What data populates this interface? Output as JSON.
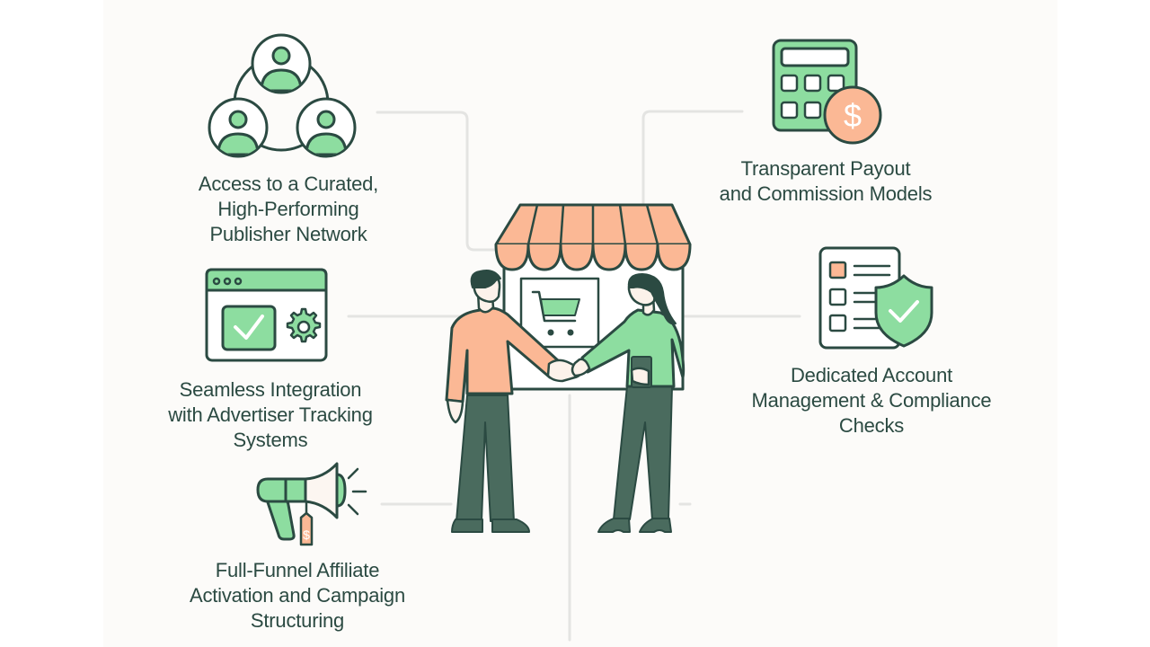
{
  "title": "Affiliate Network Benefits",
  "colors": {
    "background": "#fcfbf9",
    "outline": "#2b4a42",
    "green": "#8ddda0",
    "peach": "#fbb895",
    "pants": "#4a6b5e",
    "connector": "#e4e4e2"
  },
  "center": {
    "icon": "storefront-handshake-illustration",
    "sign_icon": "shopping-cart-icon"
  },
  "benefits": [
    {
      "icon": "people-network-icon",
      "lines": [
        "Access to a Curated,",
        "High-Performing",
        "Publisher Network"
      ]
    },
    {
      "icon": "browser-check-gear-icon",
      "lines": [
        "Seamless Integration",
        "with Advertiser Tracking",
        "Systems"
      ]
    },
    {
      "icon": "megaphone-price-tag-icon",
      "tag_symbol": "$",
      "lines": [
        "Full-Funnel Affiliate",
        "Activation and Campaign",
        "Structuring"
      ]
    },
    {
      "icon": "calculator-dollar-icon",
      "coin_symbol": "$",
      "lines": [
        "Transparent Payout",
        "and Commission Models"
      ]
    },
    {
      "icon": "checklist-shield-icon",
      "lines": [
        "Dedicated Account",
        "Management & Compliance",
        "Checks"
      ]
    }
  ]
}
